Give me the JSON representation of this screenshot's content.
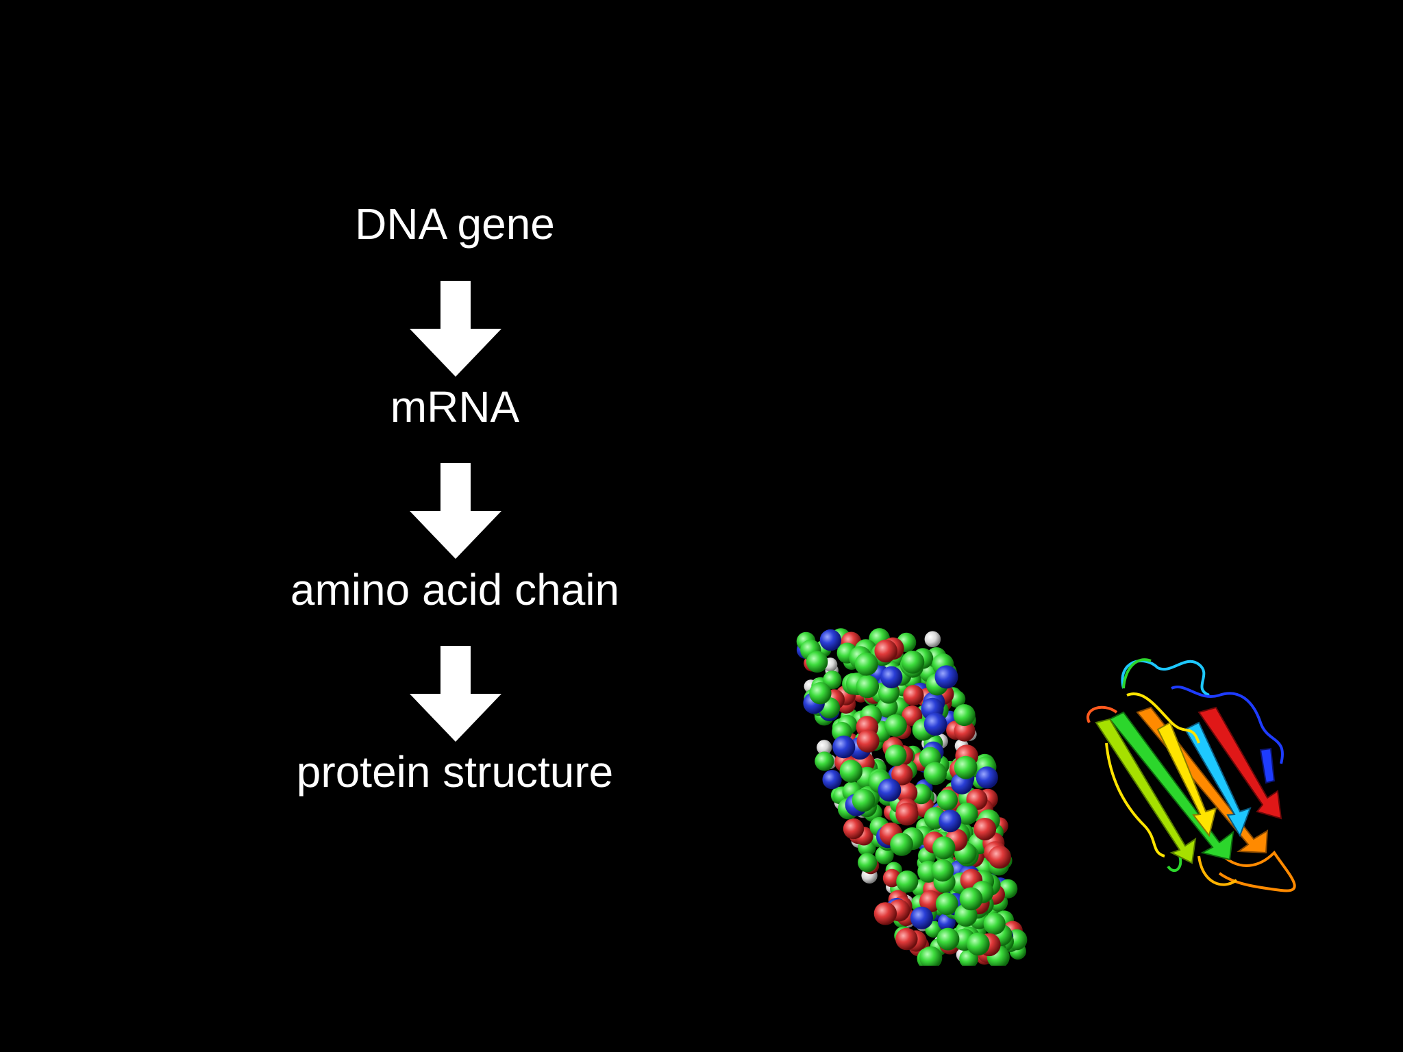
{
  "flow": {
    "steps": [
      "DNA gene",
      "mRNA",
      "amino acid chain",
      "protein structure"
    ]
  },
  "colors": {
    "background": "#000000",
    "text": "#ffffff",
    "arrow": "#ffffff",
    "atom_carbon": "#3ddc3d",
    "atom_oxygen": "#e03a3a",
    "atom_nitrogen": "#2a3fd6",
    "atom_hydrogen": "#e8e8e8",
    "ribbon_spectrum": [
      "#1e3cff",
      "#1ec8ff",
      "#ffe400",
      "#ff8a00",
      "#2cd62c",
      "#a6e000",
      "#e01818"
    ]
  },
  "figures": {
    "left_model": "space-filling-protein-model",
    "right_model": "ribbon-protein-model"
  }
}
